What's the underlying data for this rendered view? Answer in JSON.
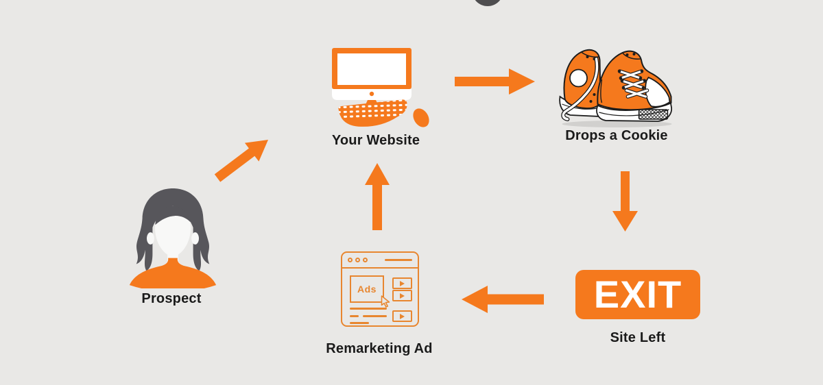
{
  "colors": {
    "background": "#e9e8e6",
    "accent_orange": "#f5791d",
    "browser_outline_orange": "#e8862f",
    "hair_gray": "#57565b",
    "label_text": "#1a1a1a",
    "sign_text_white": "#ffffff"
  },
  "nodes": {
    "prospect": {
      "label": "Prospect",
      "icon": "woman-avatar-icon"
    },
    "your_website": {
      "label": "Your Website",
      "icon": "desktop-computer-icon"
    },
    "drops_cookie": {
      "label": "Drops a Cookie",
      "icon": "sneakers-icon"
    },
    "site_left": {
      "label": "Site Left",
      "icon": "exit-sign-icon",
      "sign_text": "EXIT"
    },
    "remarketing_ad": {
      "label": "Remarketing Ad",
      "icon": "browser-ads-icon",
      "ads_text": "Ads"
    }
  },
  "edges": [
    {
      "from": "prospect",
      "to": "your_website",
      "shape": "diagonal-up-right-arrow"
    },
    {
      "from": "your_website",
      "to": "drops_cookie",
      "shape": "right-arrow"
    },
    {
      "from": "drops_cookie",
      "to": "site_left",
      "shape": "down-arrow"
    },
    {
      "from": "site_left",
      "to": "remarketing_ad",
      "shape": "left-arrow"
    },
    {
      "from": "remarketing_ad",
      "to": "your_website",
      "shape": "up-arrow"
    }
  ]
}
